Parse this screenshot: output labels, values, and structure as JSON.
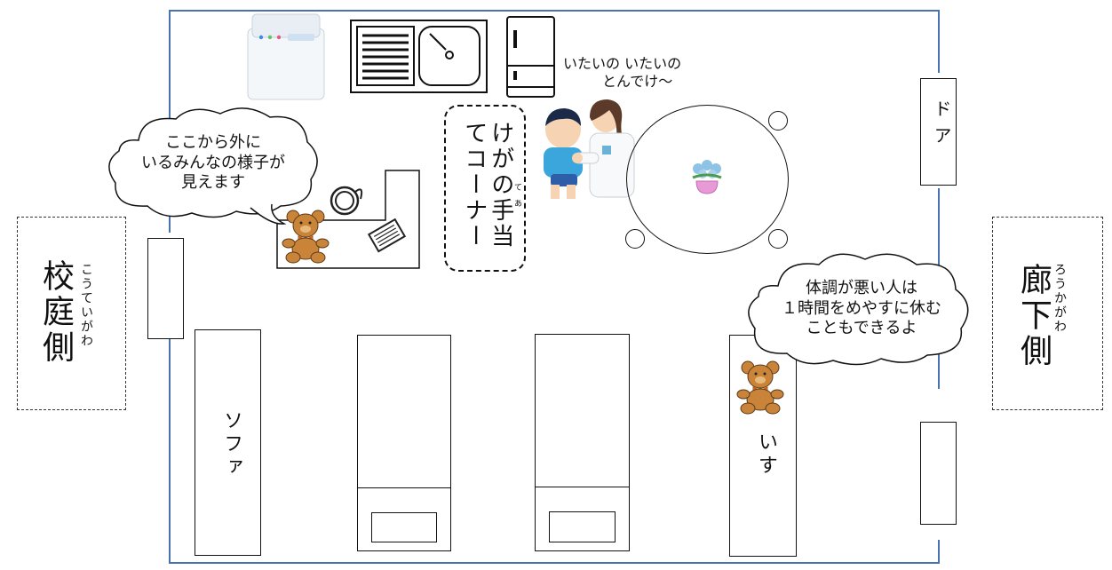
{
  "left_side": {
    "label": "校庭側",
    "ruby": "こうていがわ"
  },
  "right_side": {
    "label": "廊下側",
    "ruby": "ろうかがわ"
  },
  "door": {
    "label": "ドア"
  },
  "sofa": {
    "label": "ソファ"
  },
  "chair": {
    "label": "いす"
  },
  "corner": {
    "label": "けがの手当てコーナー",
    "ruby": "て　あ"
  },
  "speech_top": {
    "line1": "いたいの",
    "line2": "いたいの",
    "line3": "とんでけ～"
  },
  "bubble_left": {
    "lines": [
      "ここから外に",
      "いるみんなの様子が",
      "見えます"
    ]
  },
  "bubble_right": {
    "lines": [
      "体調が悪い人は",
      "１時間をめやすに休む",
      "こともできるよ"
    ]
  },
  "colors": {
    "wall": "#4a72b0",
    "bear": "#c9843a",
    "ribbon": "#f07a1a",
    "flower": "#8fc3e6",
    "pot": "#e89ad6"
  },
  "icons": [
    "washing-machine-icon",
    "sink-icon",
    "refrigerator-icon",
    "teddy-bear-icon",
    "nurse-boy-illustration",
    "flower-pot-icon",
    "stethoscope-icon",
    "clipboard-icon"
  ]
}
